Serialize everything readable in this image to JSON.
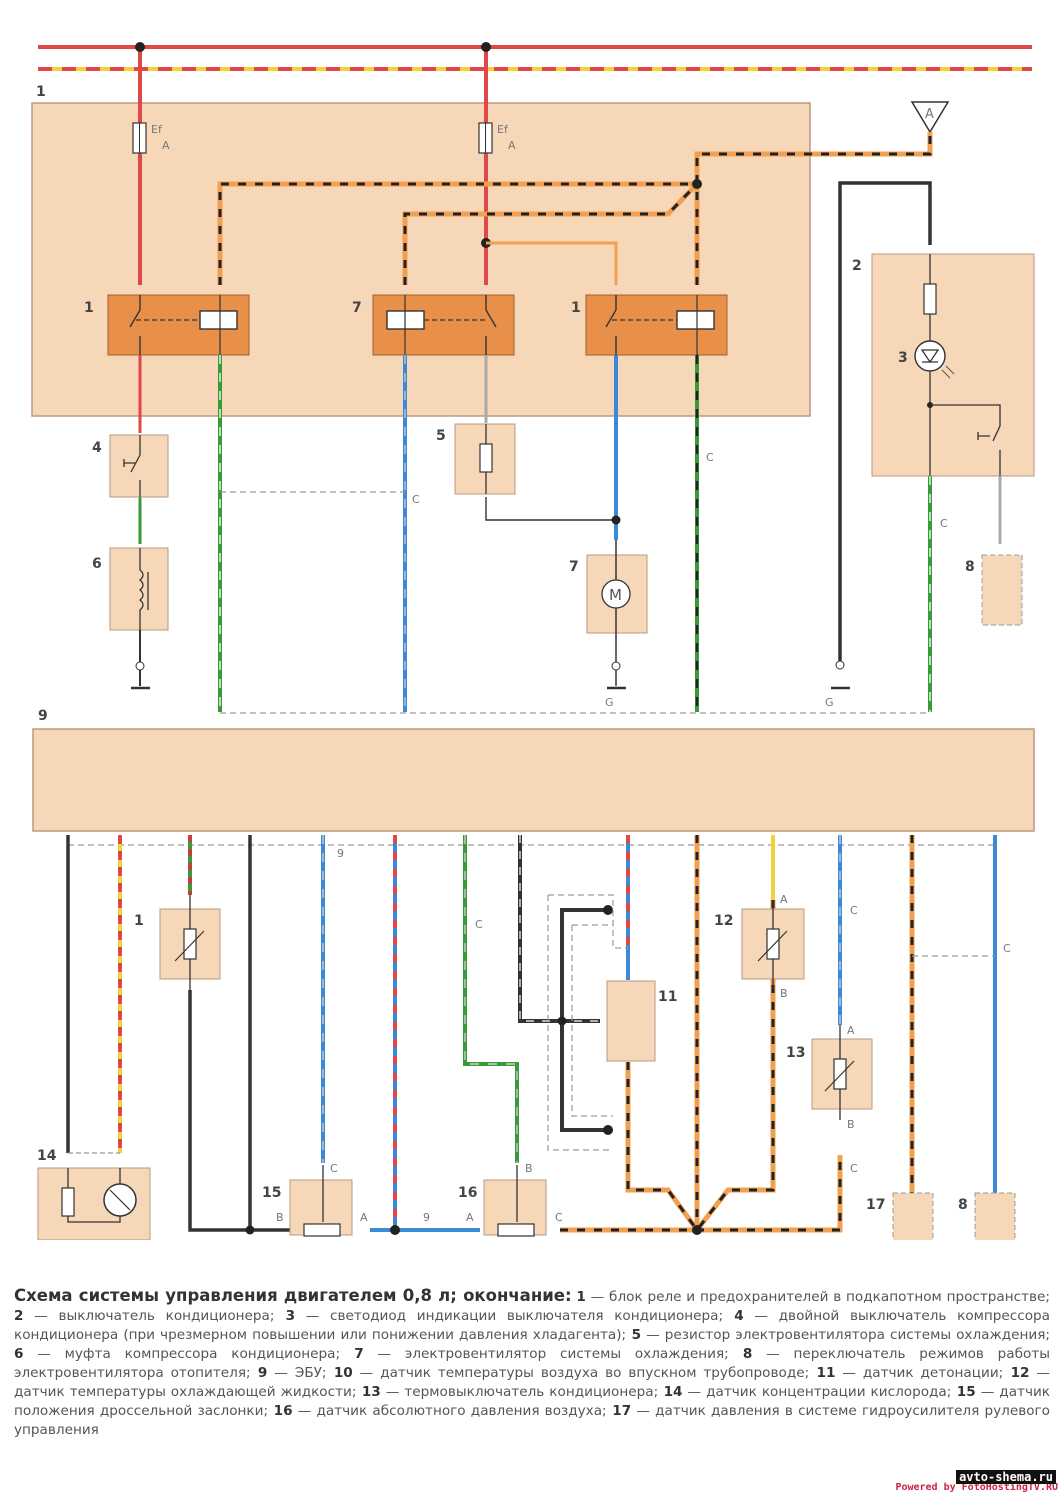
{
  "colors": {
    "block_bg": "#f6d7b8",
    "relay_bg": "#e8904a",
    "red": "#e04848",
    "yellow": "#f2d23a",
    "orange": "#f0a050",
    "black": "#2b2b2b",
    "green": "#3a9a3a",
    "blue": "#3a8ad8",
    "grey_dash": "#8a8a8a"
  },
  "labels": {
    "block1": "1",
    "relay_left": "1",
    "relay_mid": "7",
    "relay_right": "1",
    "fuse1": "Ef",
    "fuse1_pin": "A",
    "fuse2": "Ef",
    "fuse2_pin": "A",
    "connector_a": "A",
    "c2": "2",
    "c3": "3",
    "c4": "4",
    "c5": "5",
    "c6": "6",
    "c7": "7",
    "c8_top": "8",
    "c9": "9",
    "c1_lower": "1",
    "c11": "11",
    "c12": "12",
    "c13": "13",
    "c14": "14",
    "c15": "15",
    "c16": "16",
    "c17": "17",
    "c8_bottom": "8",
    "motor": "M",
    "ground_g1": "G",
    "ground_g2": "G",
    "pin_c": "C",
    "pin_a": "A",
    "pin_b": "B",
    "pin_9": "9"
  },
  "caption": {
    "title": "Схема системы управления двигателем 0,8 л; окончание:",
    "items": [
      {
        "num": "1",
        "text": "блок реле и предохранителей в подкапотном пространстве;"
      },
      {
        "num": "2",
        "text": "выключатель кондиционера;"
      },
      {
        "num": "3",
        "text": "светодиод индикации выключателя кондиционера;"
      },
      {
        "num": "4",
        "text": "двойной выключатель компрессора кондиционера (при чрезмерном повышении или понижении давления хладагента);"
      },
      {
        "num": "5",
        "text": "резистор электровентилятора системы охлаждения;"
      },
      {
        "num": "6",
        "text": "муфта компрессора кондиционера;"
      },
      {
        "num": "7",
        "text": "электровентилятор системы охлаждения;"
      },
      {
        "num": "8",
        "text": "переключатель режимов работы электровентилятора отопителя;"
      },
      {
        "num": "9",
        "text": "ЭБУ;"
      },
      {
        "num": "10",
        "text": "датчик температуры воздуха во впускном трубопроводе;"
      },
      {
        "num": "11",
        "text": "датчик детонации;"
      },
      {
        "num": "12",
        "text": "датчик температуры охлаждающей жидкости;"
      },
      {
        "num": "13",
        "text": "термовыключатель кондиционера;"
      },
      {
        "num": "14",
        "text": "датчик концентрации кислорода;"
      },
      {
        "num": "15",
        "text": "датчик положения дроссельной заслонки;"
      },
      {
        "num": "16",
        "text": "датчик абсолютного давления воздуха;"
      },
      {
        "num": "17",
        "text": "датчик давления в системе гидроусилителя рулевого управления"
      }
    ]
  },
  "footer": {
    "powered": "Powered by FotoHostingTV.RU",
    "site": "avto-shema.ru"
  }
}
